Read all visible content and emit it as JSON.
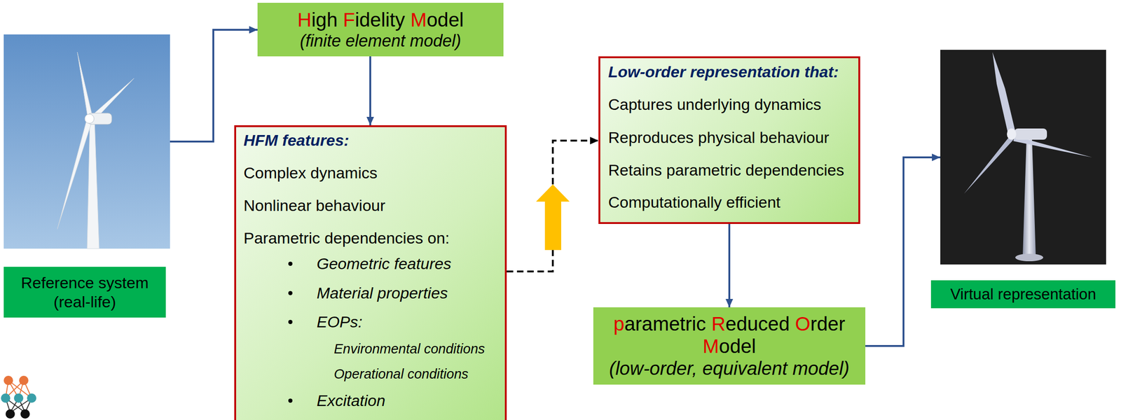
{
  "diagram": {
    "nodes": [
      {
        "text": [
          "Reference system (real-life)"
        ]
      },
      {
        "text": [
          "High Fidelity Model",
          "(finite element model)"
        ]
      },
      {
        "text": [
          "HFM features:",
          "Complex dynamics",
          "Nonlinear behaviour",
          "Parametric dependencies on:",
          "Geometric features",
          "Material properties",
          "EOPs:",
          "Environmental conditions",
          "Operational conditions",
          "Excitation"
        ]
      },
      {
        "text": [
          "Low-order representation that:",
          "Captures underlying dynamics",
          "Reproduces physical behaviour",
          "Retains parametric dependencies",
          "Computationally efficient"
        ]
      },
      {
        "text": [
          "parametric Reduced Order Model",
          "(low-order, equivalent model)"
        ]
      },
      {
        "text": [
          "Virtual representation"
        ]
      }
    ],
    "edges": [
      {
        "from": 0,
        "to": 1,
        "arrow": "to"
      },
      {
        "from": 1,
        "to": 2,
        "arrow": "to"
      },
      {
        "from": 2,
        "to": 3,
        "arrow": "to"
      },
      {
        "from": 3,
        "to": 4,
        "arrow": "to"
      },
      {
        "from": 4,
        "to": 5,
        "arrow": "to"
      }
    ]
  }
}
